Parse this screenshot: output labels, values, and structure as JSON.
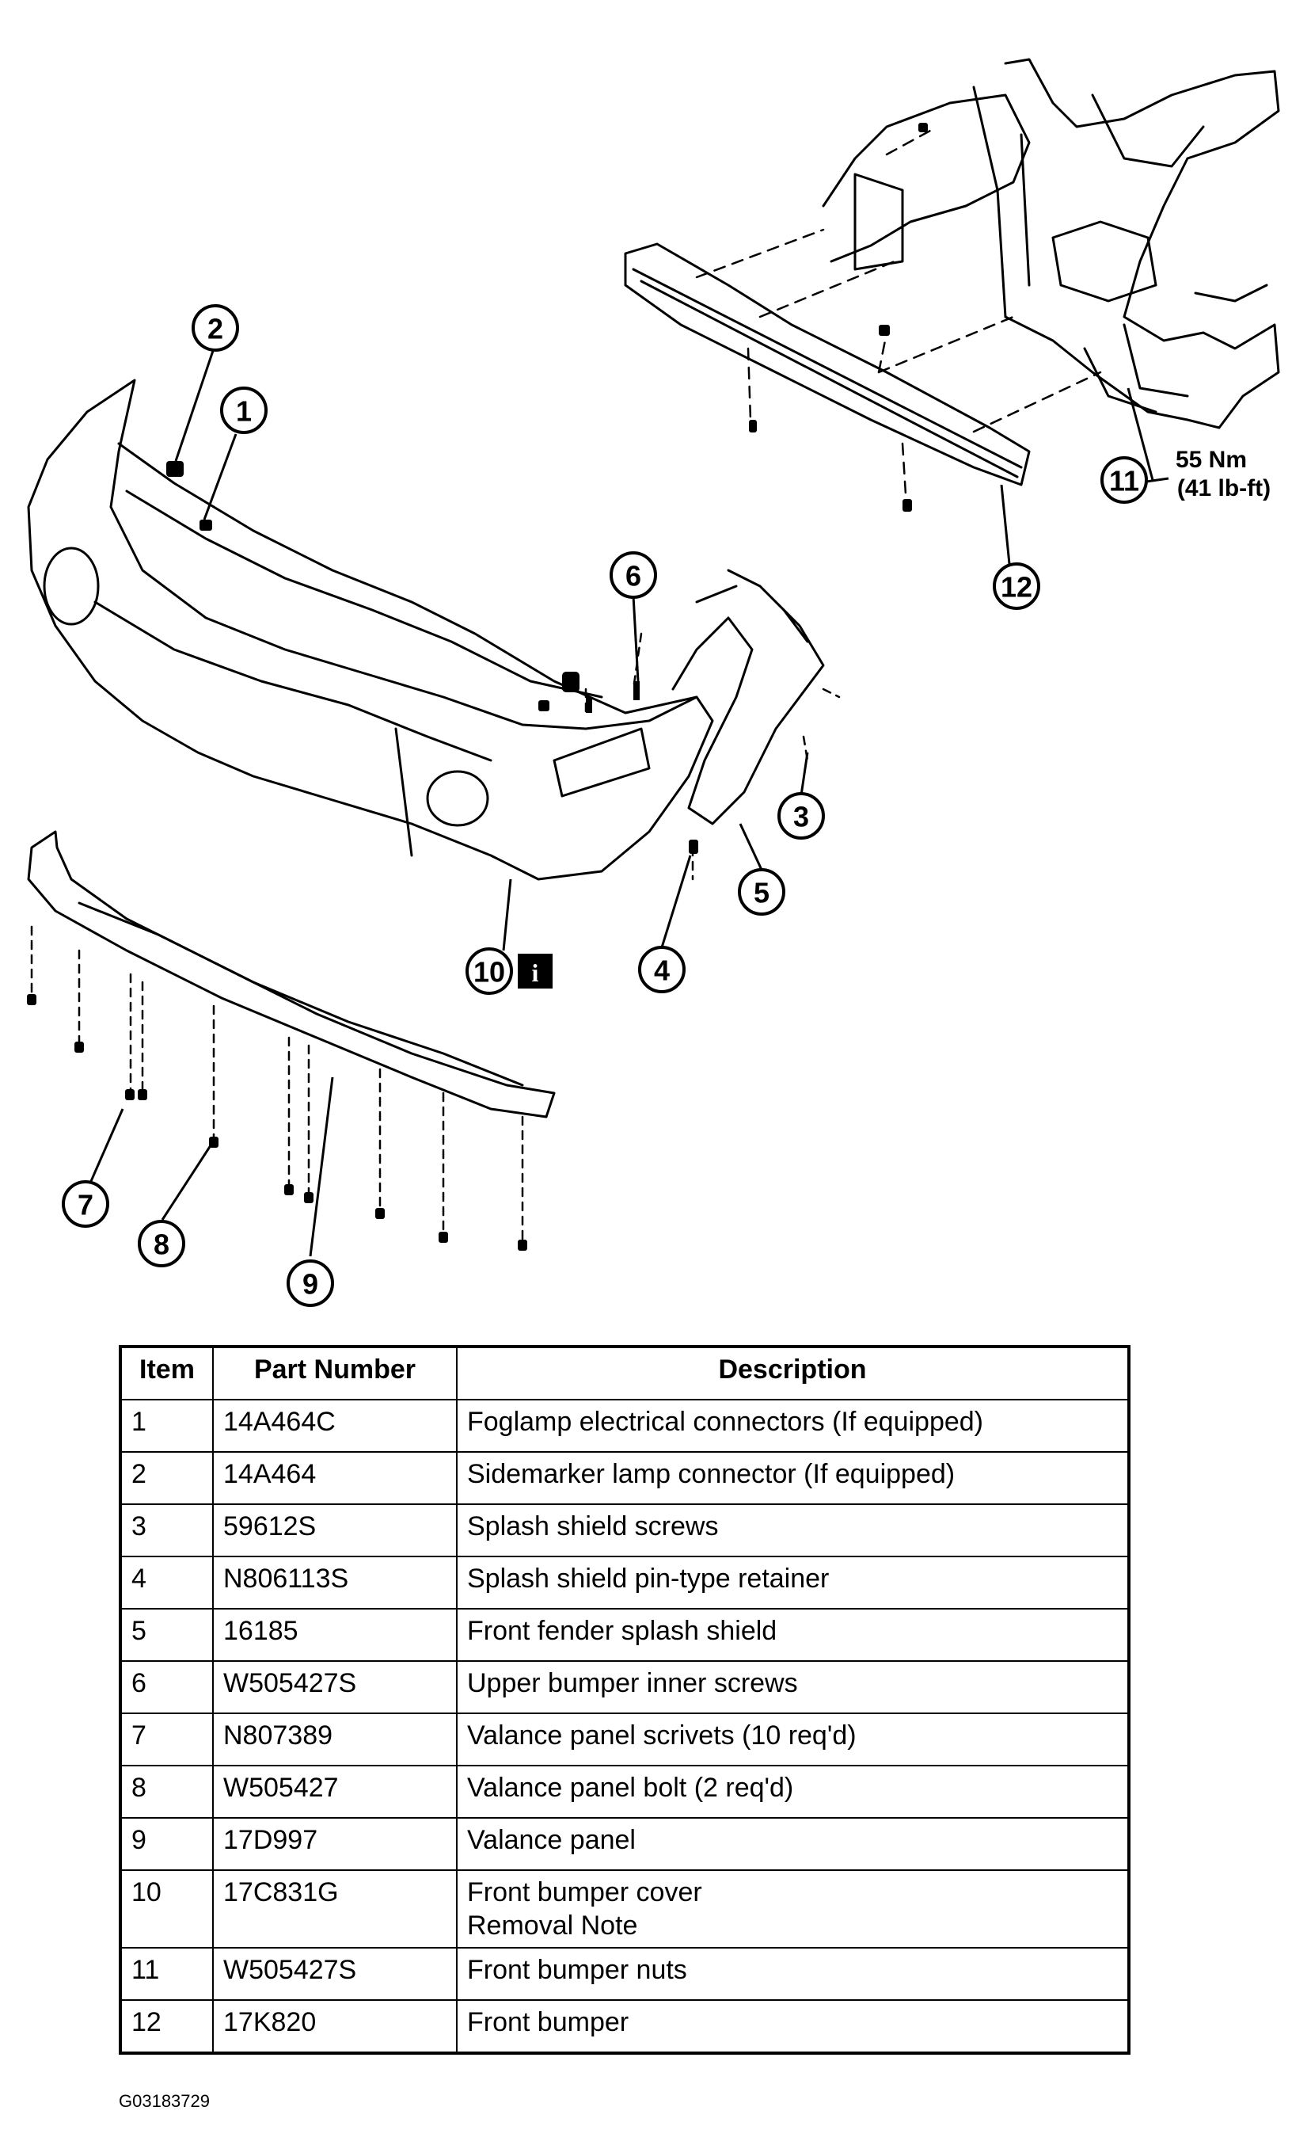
{
  "callouts": {
    "c1": "1",
    "c2": "2",
    "c3": "3",
    "c4": "4",
    "c5": "5",
    "c6": "6",
    "c7": "7",
    "c8": "8",
    "c9": "9",
    "c10": "10",
    "c11": "11",
    "c12": "12"
  },
  "info_icon": {
    "name": "info-icon",
    "glyph": "i"
  },
  "torque_spec": {
    "metric": "55 Nm",
    "imperial": "(41 lb-ft)"
  },
  "table": {
    "headers": {
      "item": "Item",
      "part_number": "Part Number",
      "description": "Description"
    },
    "rows": [
      {
        "item": "1",
        "part_number": "14A464C",
        "description": "Foglamp electrical connectors (If equipped)"
      },
      {
        "item": "2",
        "part_number": "14A464",
        "description": "Sidemarker lamp connector (If equipped)"
      },
      {
        "item": "3",
        "part_number": "59612S",
        "description": "Splash shield screws"
      },
      {
        "item": "4",
        "part_number": "N806113S",
        "description": "Splash shield pin-type retainer"
      },
      {
        "item": "5",
        "part_number": "16185",
        "description": "Front fender splash shield"
      },
      {
        "item": "6",
        "part_number": "W505427S",
        "description": "Upper bumper inner screws"
      },
      {
        "item": "7",
        "part_number": "N807389",
        "description": "Valance panel scrivets (10 req'd)"
      },
      {
        "item": "8",
        "part_number": "W505427",
        "description": "Valance panel bolt (2 req'd)"
      },
      {
        "item": "9",
        "part_number": "17D997",
        "description": "Valance panel"
      },
      {
        "item": "10",
        "part_number": "17C831G",
        "description": "Front bumper cover",
        "note": "Removal Note"
      },
      {
        "item": "11",
        "part_number": "W505427S",
        "description": "Front bumper nuts"
      },
      {
        "item": "12",
        "part_number": "17K820",
        "description": "Front bumper"
      }
    ]
  },
  "figure_code": "G03183729"
}
